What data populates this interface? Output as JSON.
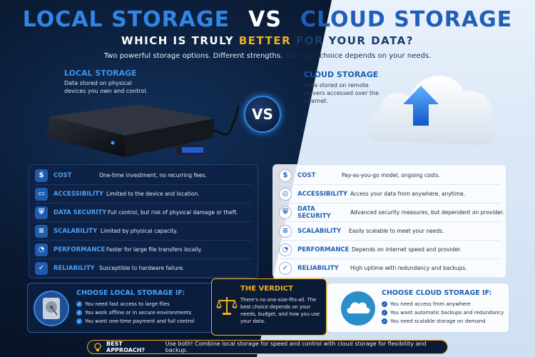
{
  "title": {
    "local": "LOCAL STORAGE",
    "vs": "VS",
    "cloud": "CLOUD STORAGE"
  },
  "subtitle": {
    "part1": "WHICH IS TRULY ",
    "highlight": "BETTER",
    "part2": " FOR YOUR DATA?"
  },
  "tagline": {
    "part1": "Two powerful storage options. Different strengths. ",
    "part2": "The right choice depends on your needs."
  },
  "local": {
    "heading": "LOCAL STORAGE",
    "description": "Data stored on physical devices you own and control.",
    "rows": [
      {
        "icon": "dollar-icon",
        "label": "COST",
        "text": "One-time investment, no recurring fees."
      },
      {
        "icon": "monitor-icon",
        "label": "ACCESSIBILITY",
        "text": "Limited to the device and location."
      },
      {
        "icon": "shield-icon",
        "label": "DATA SECURITY",
        "text": "Full control, but risk of physical damage or theft."
      },
      {
        "icon": "database-icon",
        "label": "SCALABILITY",
        "text": "Limited by physical capacity."
      },
      {
        "icon": "gauge-icon",
        "label": "PERFORMANCE",
        "text": "Faster for large file transfers locally."
      },
      {
        "icon": "check-circle-icon",
        "label": "RELIABILITY",
        "text": "Susceptible to hardware failure."
      }
    ]
  },
  "cloud": {
    "heading": "CLOUD STORAGE",
    "description": "Data stored on remote servers accessed over the internet.",
    "rows": [
      {
        "icon": "dollar-icon",
        "label": "COST",
        "text": "Pay-as-you-go model, ongoing costs."
      },
      {
        "icon": "globe-icon",
        "label": "ACCESSIBILITY",
        "text": "Access your data from anywhere, anytime."
      },
      {
        "icon": "shield-icon",
        "label": "DATA SECURITY",
        "text": "Advanced security measures, but dependent on provider."
      },
      {
        "icon": "database-icon",
        "label": "SCALABILITY",
        "text": "Easily scalable to meet your needs."
      },
      {
        "icon": "gauge-icon",
        "label": "PERFORMANCE",
        "text": "Depends on internet speed and provider."
      },
      {
        "icon": "check-circle-icon",
        "label": "RELIABILITY",
        "text": "High uptime with redundancy and backups."
      }
    ]
  },
  "vs_badge": "VS",
  "choose_local": {
    "title": "CHOOSE LOCAL STORAGE IF:",
    "items": [
      "You need fast access to large files",
      "You work offline or in secure environments",
      "You want one-time payment and full control"
    ]
  },
  "verdict": {
    "title": "THE VERDICT",
    "text": "There's no one-size-fits-all. The best choice depends on your needs, budget, and how you use your data."
  },
  "choose_cloud": {
    "title": "CHOOSE CLOUD STORAGE IF:",
    "items": [
      "You need access from anywhere",
      "You want automatic backups and redundancy",
      "You need scalable storage on demand"
    ]
  },
  "best": {
    "heading": "BEST APPROACH?",
    "text": "Use both! Combine local storage for speed and control with cloud storage for flexibility and backup."
  },
  "colors": {
    "accent_blue": "#2f86e6",
    "dark_blue": "#1f5fb8",
    "gold": "#f2b01e",
    "navy": "#0a1a33"
  }
}
